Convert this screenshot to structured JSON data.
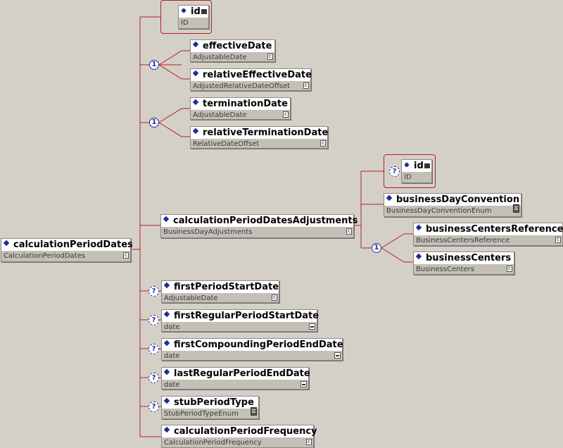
{
  "diagram": {
    "root": {
      "name": "calculationPeriodDates",
      "type": "CalculationPeriodDates"
    },
    "attr_id": {
      "name": "id",
      "type": "ID"
    },
    "choice_marker": "1",
    "optional_marker": "?",
    "complex_type_glyph": "c",
    "elements": {
      "effectiveDate": {
        "name": "effectiveDate",
        "type": "AdjustableDate"
      },
      "relativeEffectiveDate": {
        "name": "relativeEffectiveDate",
        "type": "AdjustedRelativeDateOffset"
      },
      "terminationDate": {
        "name": "terminationDate",
        "type": "AdjustableDate"
      },
      "relativeTerminationDate": {
        "name": "relativeTerminationDate",
        "type": "RelativeDateOffset"
      },
      "calculationPeriodDatesAdjustments": {
        "name": "calculationPeriodDatesAdjustments",
        "type": "BusinessDayAdjustments"
      },
      "sub_attr_id": {
        "name": "id",
        "type": "ID"
      },
      "businessDayConvention": {
        "name": "businessDayConvention",
        "type": "BusinessDayConventionEnum"
      },
      "businessCentersReference": {
        "name": "businessCentersReference",
        "type": "BusinessCentersReference"
      },
      "businessCenters": {
        "name": "businessCenters",
        "type": "BusinessCenters"
      },
      "firstPeriodStartDate": {
        "name": "firstPeriodStartDate",
        "type": "AdjustableDate"
      },
      "firstRegularPeriodStartDate": {
        "name": "firstRegularPeriodStartDate",
        "type": "date"
      },
      "firstCompoundingPeriodEndDate": {
        "name": "firstCompoundingPeriodEndDate",
        "type": "date"
      },
      "lastRegularPeriodEndDate": {
        "name": "lastRegularPeriodEndDate",
        "type": "date"
      },
      "stubPeriodType": {
        "name": "stubPeriodType",
        "type": "StubPeriodTypeEnum"
      },
      "calculationPeriodFrequency": {
        "name": "calculationPeriodFrequency",
        "type": "CalculationPeriodFrequency"
      }
    }
  }
}
